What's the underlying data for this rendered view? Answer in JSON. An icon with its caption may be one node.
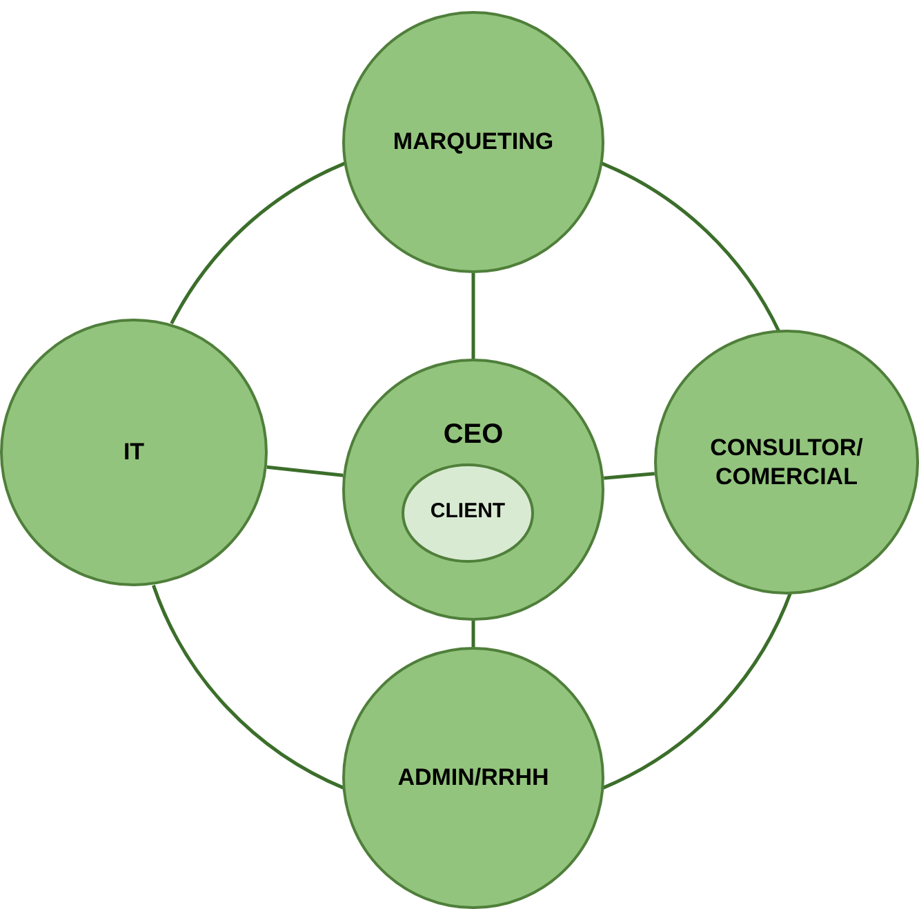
{
  "diagram": {
    "nodes": [
      {
        "text": [
          "MARQUETING"
        ]
      },
      {
        "text": [
          "IT"
        ]
      },
      {
        "text": [
          "CEO"
        ]
      },
      {
        "text": [
          "CLIENT"
        ],
        "in": 2
      },
      {
        "text": [
          "CONSULTOR/ COMERCIAL"
        ]
      },
      {
        "text": [
          "ADMIN/RRHH"
        ]
      }
    ],
    "edges": [
      {
        "from": 0,
        "to": 2,
        "arrow": "none"
      },
      {
        "from": 1,
        "to": 2,
        "arrow": "none"
      },
      {
        "from": 2,
        "to": 4,
        "arrow": "none"
      },
      {
        "from": 2,
        "to": 5,
        "arrow": "none"
      },
      {
        "from": 0,
        "to": 1,
        "arrow": "none"
      },
      {
        "from": 0,
        "to": 4,
        "arrow": "none"
      },
      {
        "from": 1,
        "to": 5,
        "arrow": "none"
      },
      {
        "from": 4,
        "to": 5,
        "arrow": "none"
      }
    ]
  }
}
